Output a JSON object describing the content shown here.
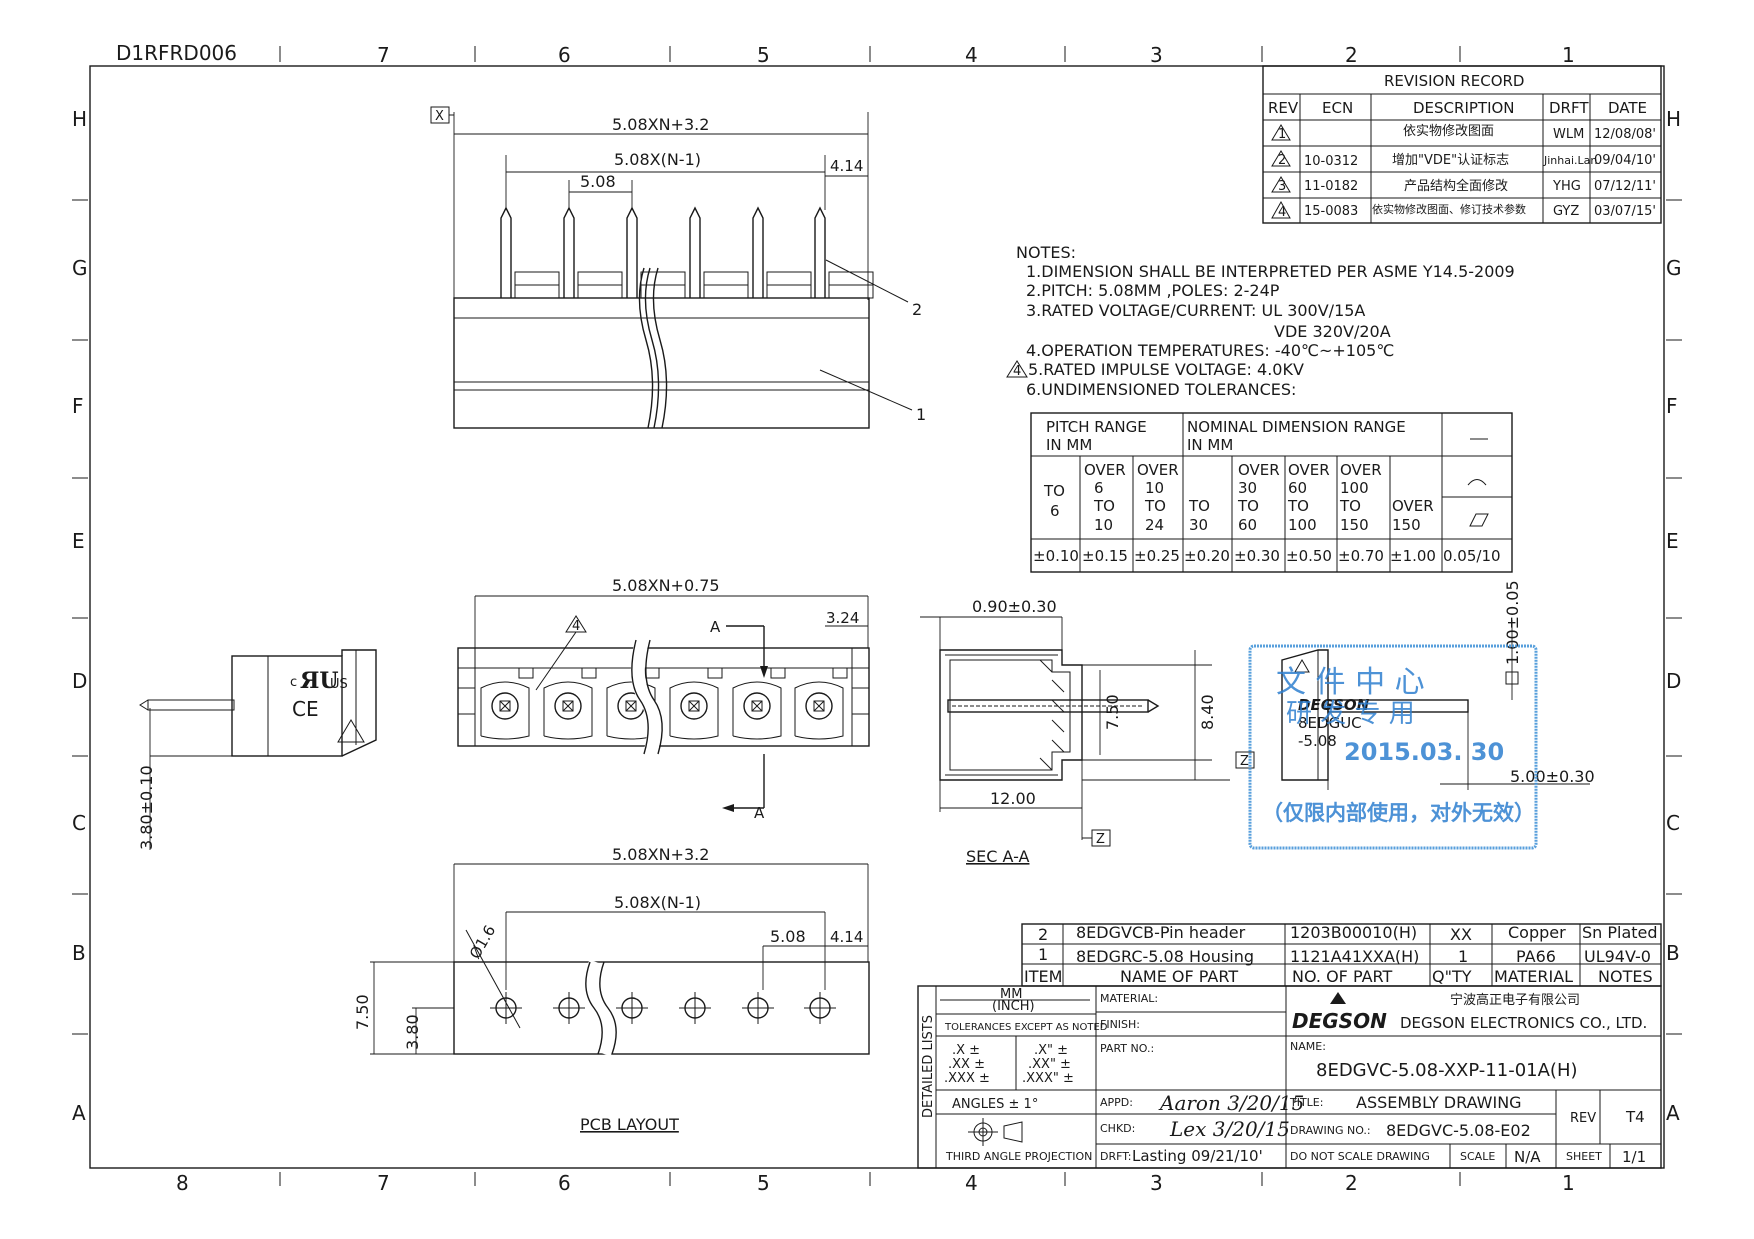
{
  "drawing_code": "D1RFRD006",
  "border": {
    "col_labels_top": [
      "8",
      "7",
      "6",
      "5",
      "4",
      "3",
      "2",
      "1"
    ],
    "row_labels": [
      "H",
      "G",
      "F",
      "E",
      "D",
      "C",
      "B",
      "A"
    ]
  },
  "revision": {
    "title": "REVISION RECORD",
    "headers": [
      "REV",
      "ECN",
      "DESCRIPTION",
      "DRFT",
      "DATE"
    ],
    "rows": [
      {
        "rev": "1",
        "ecn": "",
        "desc": "依实物修改图面",
        "drft": "WLM",
        "date": "12/08/08'"
      },
      {
        "rev": "2",
        "ecn": "10-0312",
        "desc": "增加\"VDE\"认证标志",
        "drft": "Jinhai.Lan",
        "date": "09/04/10'"
      },
      {
        "rev": "3",
        "ecn": "11-0182",
        "desc": "产品结构全面修改",
        "drft": "YHG",
        "date": "07/12/11'"
      },
      {
        "rev": "4",
        "ecn": "15-0083",
        "desc": "依实物修改图面、修订技术参数",
        "drft": "GYZ",
        "date": "03/07/15'"
      }
    ]
  },
  "notes": {
    "heading": "NOTES:",
    "lines": [
      "1.DIMENSION SHALL BE INTERPRETED PER ASME Y14.5-2009",
      "2.PITCH: 5.08MM ,POLES: 2-24P",
      "3.RATED VOLTAGE/CURRENT: UL   300V/15A",
      "VDE  320V/20A",
      "4.OPERATION TEMPERATURES: -40℃~+105℃",
      "5.RATED IMPULSE VOLTAGE: 4.0KV",
      "6.UNDIMENSIONED TOLERANCES:"
    ],
    "rev_marker": "4"
  },
  "tolerance_table": {
    "pitch_header": [
      "PITCH RANGE",
      "IN MM"
    ],
    "nominal_header": [
      "NOMINAL DIMENSION RANGE",
      "IN MM"
    ],
    "ranges": [
      [
        "TO",
        "6"
      ],
      [
        "OVER",
        "6",
        "TO",
        "10"
      ],
      [
        "OVER",
        "10",
        "TO",
        "24"
      ],
      [
        "TO",
        "30"
      ],
      [
        "OVER",
        "30",
        "TO",
        "60"
      ],
      [
        "OVER",
        "60",
        "TO",
        "100"
      ],
      [
        "OVER",
        "100",
        "TO",
        "150"
      ],
      [
        "OVER",
        "150"
      ]
    ],
    "values": [
      "±0.10",
      "±0.15",
      "±0.25",
      "±0.20",
      "±0.30",
      "±0.50",
      "±0.70",
      "±1.00"
    ],
    "flatness": "0.05/10"
  },
  "top_view": {
    "datum": "X",
    "dim_overall": "5.08XN+3.2",
    "dim_span": "5.08X(N-1)",
    "dim_pitch": "5.08",
    "dim_edge": "4.14",
    "callout_pin": "2",
    "callout_housing": "1",
    "pin_count": 6
  },
  "front_view": {
    "dim_overall": "5.08XN+0.75",
    "dim_edge": "3.24",
    "section_letter": "A",
    "rev_marker": "4",
    "pin_count": 6
  },
  "side_view": {
    "marks": [
      "c",
      "US",
      "CE"
    ],
    "dim_height": "3.80±0.10"
  },
  "section_view": {
    "dim_top": "0.90±0.30",
    "dim_h1": "7.50",
    "dim_h2": "8.40",
    "dim_len": "12.00",
    "datum_z": "Z",
    "label": "SEC A-A"
  },
  "detail_view": {
    "brand": "DEGSON",
    "part_lines": [
      "8EDGUC",
      "-5.08"
    ],
    "dim_right": "1.00±0.05",
    "dim_bottom": "5.00±0.30"
  },
  "stamp": {
    "line1": "文 件 中 心",
    "line2": "研 发 专 用",
    "date": "2015.03. 30",
    "note": "（仅限内部使用，对外无效）"
  },
  "pcb_view": {
    "dim_overall": "5.08XN+3.2",
    "dim_span": "5.08X(N-1)",
    "dim_pitch": "5.08",
    "dim_edge": "4.14",
    "dim_hole": "Ø1.6",
    "dim_h1": "7.50",
    "dim_h2": "3.80",
    "label": "PCB LAYOUT",
    "hole_count": 6
  },
  "bom": {
    "rows": [
      {
        "item": "2",
        "name": "8EDGVCB-Pin header",
        "part": "1203B00010(H)",
        "qty": "XX",
        "material": "Copper",
        "notes": "Sn Plated"
      },
      {
        "item": "1",
        "name": "8EDGRC-5.08 Housing",
        "part": "1121A41XXA(H)",
        "qty": "1",
        "material": "PA66",
        "notes": "UL94V-0"
      }
    ],
    "headers": {
      "item": "ITEM",
      "name": "NAME OF PART",
      "part": "NO. OF PART",
      "qty": "Q\"TY",
      "material": "MATERIAL",
      "notes": "NOTES"
    }
  },
  "title_block": {
    "units": [
      "MM",
      "(INCH)"
    ],
    "tol_title": "TOLERANCES EXCEPT AS NOTED",
    "tol_left": [
      ".X ±",
      ".XX ±",
      ".XXX ±"
    ],
    "tol_right": [
      ".X\" ±",
      ".XX\" ±",
      ".XXX\" ±"
    ],
    "angles": "ANGLES ± 1°",
    "projection": "THIRD ANGLE PROJECTION",
    "side_label": "DETAILED LISTS",
    "material_label": "MATERIAL:",
    "finish_label": "FINISH:",
    "partno_label": "PART NO.:",
    "appd_label": "APPD:",
    "appd_sign": "Aaron 3/20/15",
    "chkd_label": "CHKD:",
    "chkd_sign": "Lex 3/20/15",
    "drft_label": "DRFT:",
    "drft_value": "Lasting 09/21/10'",
    "company_cn": "宁波高正电子有限公司",
    "company_brand": "DEGSON",
    "company_en": "DEGSON ELECTRONICS CO., LTD.",
    "name_label": "NAME:",
    "name_value": "8EDGVC-5.08-XXP-11-01A(H)",
    "title_label": "TITLE:",
    "title_value": "ASSEMBLY DRAWING",
    "drawing_no_label": "DRAWING NO.:",
    "drawing_no": "8EDGVC-5.08-E02",
    "rev_label": "REV",
    "rev_value": "T4",
    "do_not_scale": "DO NOT SCALE DRAWING",
    "scale_label": "SCALE",
    "scale_value": "N/A",
    "sheet_label": "SHEET",
    "sheet_value": "1/1"
  }
}
